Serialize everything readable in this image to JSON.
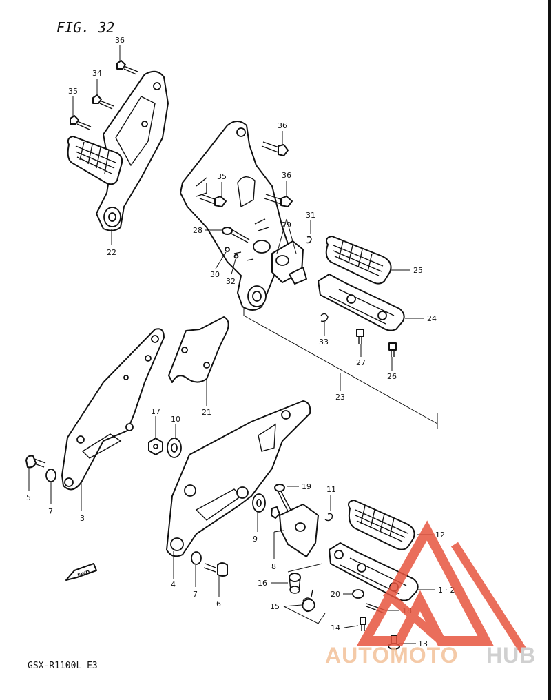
{
  "figure": {
    "title": "FIG. 32",
    "model": "GSX-R1100L E3",
    "fwd_label": "FWD"
  },
  "watermark": {
    "text_a": "AUTOMOTO",
    "text_b": "HUB",
    "color_a": "#f3c199",
    "color_b": "#c8c8c8",
    "triangle_color": "#e7553f"
  },
  "callouts": {
    "c36a": "36",
    "c34": "34",
    "c35a": "35",
    "c22": "22",
    "c36b": "36",
    "c35b": "35",
    "c36c": "36",
    "c28": "28",
    "c29": "29",
    "c31": "31",
    "c30": "30",
    "c32": "32",
    "c25": "25",
    "c24": "24",
    "c33": "33",
    "c27": "27",
    "c26": "26",
    "c23": "23",
    "c21": "21",
    "c17": "17",
    "c10": "10",
    "c5": "5",
    "c7a": "7",
    "c3": "3",
    "c19": "19",
    "c11": "11",
    "c12": "12",
    "c9": "9",
    "c8": "8",
    "c4": "4",
    "c7b": "7",
    "c6": "6",
    "c16": "16",
    "c20": "20",
    "c12b": "1 · 2",
    "c15": "15",
    "c18": "18",
    "c14": "14",
    "c13": "13"
  }
}
